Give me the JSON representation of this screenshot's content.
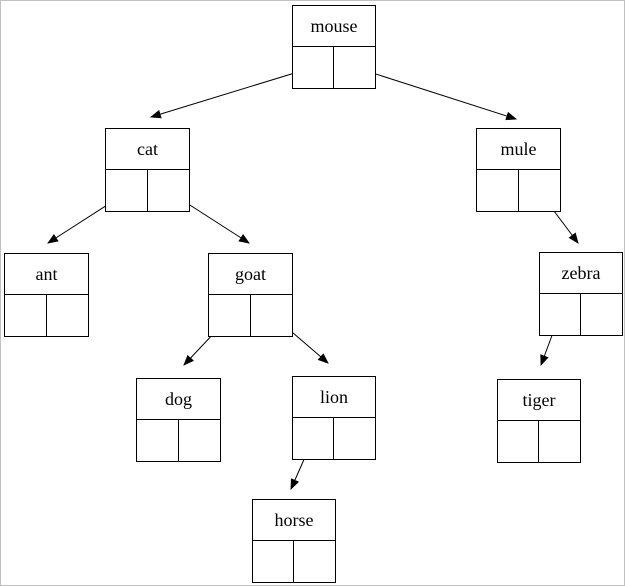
{
  "diagram": {
    "type": "binary-search-tree",
    "background_color": "#ffffff",
    "line_color": "#000000",
    "border_color": "#c0c0c0",
    "node_style": "record: label cell on top, left/right pointer cells below"
  },
  "nodes": [
    {
      "id": "mouse",
      "label": "mouse"
    },
    {
      "id": "cat",
      "label": "cat"
    },
    {
      "id": "mule",
      "label": "mule"
    },
    {
      "id": "ant",
      "label": "ant"
    },
    {
      "id": "goat",
      "label": "goat"
    },
    {
      "id": "zebra",
      "label": "zebra"
    },
    {
      "id": "dog",
      "label": "dog"
    },
    {
      "id": "lion",
      "label": "lion"
    },
    {
      "id": "tiger",
      "label": "tiger"
    },
    {
      "id": "horse",
      "label": "horse"
    }
  ],
  "edges": [
    {
      "from": "mouse",
      "pointer": "left",
      "to": "cat"
    },
    {
      "from": "mouse",
      "pointer": "right",
      "to": "mule"
    },
    {
      "from": "cat",
      "pointer": "left",
      "to": "ant"
    },
    {
      "from": "cat",
      "pointer": "right",
      "to": "goat"
    },
    {
      "from": "goat",
      "pointer": "left",
      "to": "dog"
    },
    {
      "from": "goat",
      "pointer": "right",
      "to": "lion"
    },
    {
      "from": "lion",
      "pointer": "left",
      "to": "horse"
    },
    {
      "from": "mule",
      "pointer": "right",
      "to": "zebra"
    },
    {
      "from": "zebra",
      "pointer": "left",
      "to": "tiger"
    }
  ]
}
